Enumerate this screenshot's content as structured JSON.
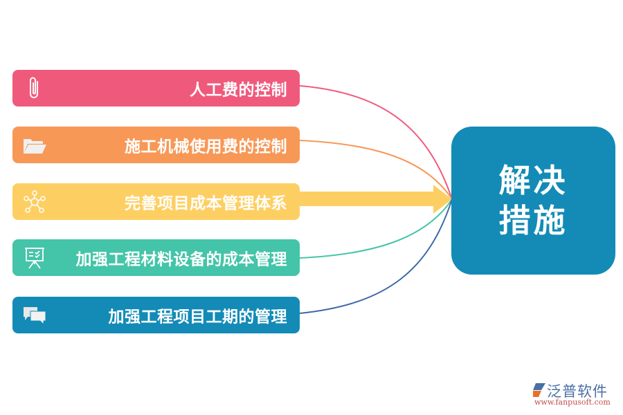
{
  "diagram": {
    "hub": {
      "line1": "解决",
      "line2": "措施",
      "color": "#138bb6"
    },
    "nodes": [
      {
        "label": "人工费的控制",
        "icon": "paperclip-icon",
        "color": "#ef5a7c",
        "connector": "curve"
      },
      {
        "label": "施工机械使用费的控制",
        "icon": "folder-open-icon",
        "color": "#f79857",
        "connector": "curve"
      },
      {
        "label": "完善项目成本管理体系",
        "icon": "network-people-icon",
        "color": "#fdcf63",
        "connector": "arrow"
      },
      {
        "label": "加强工程材料设备的成本管理",
        "icon": "presentation-board-icon",
        "color": "#44c4a8",
        "connector": "curve"
      },
      {
        "label": "加强工程项目工期的管理",
        "icon": "chat-bubbles-icon",
        "color": "#138bb6",
        "connector": "curve"
      }
    ],
    "connector_colors": [
      "#ef5a7c",
      "#f79857",
      "#fdcf63",
      "#44c4a8",
      "#3d68a8"
    ]
  },
  "watermark": {
    "brand": "泛普软件",
    "url": "www.fanpusoft.com"
  }
}
